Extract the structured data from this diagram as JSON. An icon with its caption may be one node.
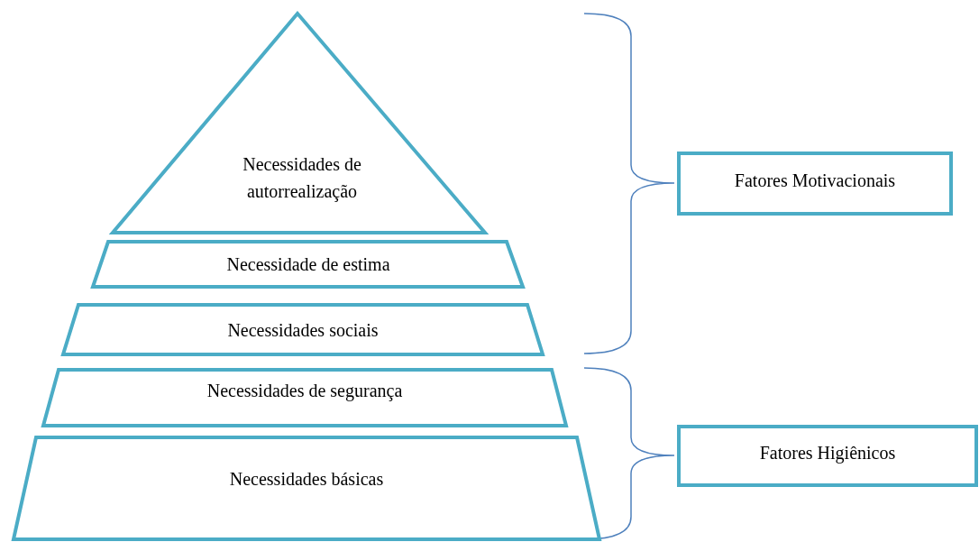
{
  "diagram": {
    "nodes": [
      {
        "text": [
          "Necessidades de autorrealização"
        ]
      },
      {
        "text": [
          "Necessidade de estima"
        ]
      },
      {
        "text": [
          "Necessidades sociais"
        ]
      },
      {
        "text": [
          "Necessidades de segurança"
        ]
      },
      {
        "text": [
          "Necessidades básicas"
        ]
      },
      {
        "text": [
          "Fatores Motivacionais"
        ]
      },
      {
        "text": [
          "Fatores Higiênicos"
        ]
      }
    ],
    "edges": []
  }
}
